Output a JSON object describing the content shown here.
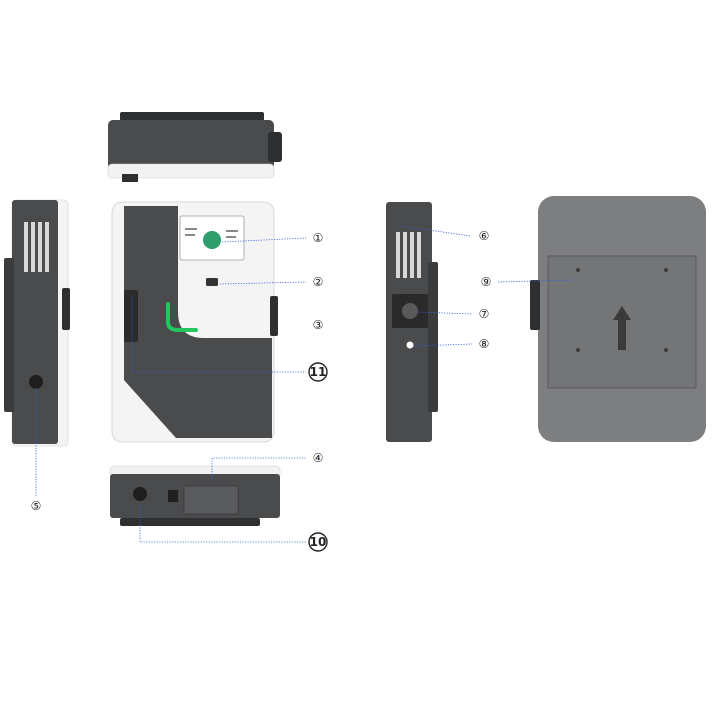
{
  "callouts": [
    {
      "id": "1",
      "label": "①",
      "bold": false
    },
    {
      "id": "2",
      "label": "②",
      "bold": false
    },
    {
      "id": "3",
      "label": "③",
      "bold": false
    },
    {
      "id": "4",
      "label": "④",
      "bold": false
    },
    {
      "id": "5",
      "label": "⑤",
      "bold": false
    },
    {
      "id": "6",
      "label": "⑥",
      "bold": false
    },
    {
      "id": "7",
      "label": "⑦",
      "bold": false
    },
    {
      "id": "8",
      "label": "⑧",
      "bold": false
    },
    {
      "id": "9",
      "label": "⑨",
      "bold": false
    },
    {
      "id": "10",
      "label": "10",
      "bold": true
    },
    {
      "id": "11",
      "label": "11",
      "bold": true
    }
  ],
  "colors": {
    "body_dark": "#4a4b4d",
    "body_darker": "#3a3b3d",
    "shell_white": "#f4f4f4",
    "panel_gray": "#7d7e80",
    "accent_green": "#22c55e",
    "leader_blue": "#3a5bd9"
  }
}
